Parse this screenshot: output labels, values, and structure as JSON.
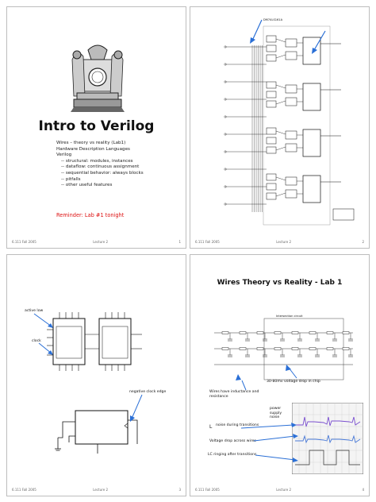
{
  "slide1": {
    "title": "Intro to Verilog",
    "bullets": [
      "Wires – theory vs reality (Lab1)",
      "Hardware Description Languages",
      "Verilog"
    ],
    "sub_bullets": [
      "-- structural: modules, instances",
      "-- dataflow: continuous assignment",
      "-- sequential behavior: always blocks",
      "-- pitfalls",
      "-- other useful features"
    ],
    "reminder": "Reminder: Lab #1 tonight",
    "footer": {
      "left": "6.111 Fall 2005",
      "center": "Lecture 2",
      "right": "1"
    }
  },
  "slide2": {
    "schematic_label": "DM74LS161A",
    "footer": {
      "left": "6.111 Fall 2005",
      "center": "Lecture 2",
      "right": "2"
    }
  },
  "slide3": {
    "label_active_low": "active low",
    "label_clock": "clock",
    "label_negative_edge": "negative clock edge",
    "footer": {
      "left": "6.111 Fall 2005",
      "center": "Lecture 2",
      "right": "3"
    }
  },
  "slide4": {
    "title": "Wires Theory vs Reality -  Lab 1",
    "label_intersection": "Intersection circuit",
    "label_voltage_drop_chip": "30-80mv voltage drop in chip",
    "label_inductance": "Wires have inductance and resistance",
    "label_noise": "noise during transitions",
    "label_voltage_drop_wires": "Voltage drop across wires",
    "label_ringing": "LC ringing after transitions",
    "label_power_supply": "power supply noise",
    "footer": {
      "left": "6.111 Fall 2005",
      "center": "Lecture 2",
      "right": "4"
    }
  },
  "colors": {
    "accent_red": "#dd1111",
    "arrow_blue": "#2a6fd6",
    "scope_purple": "#7a4fd0"
  }
}
